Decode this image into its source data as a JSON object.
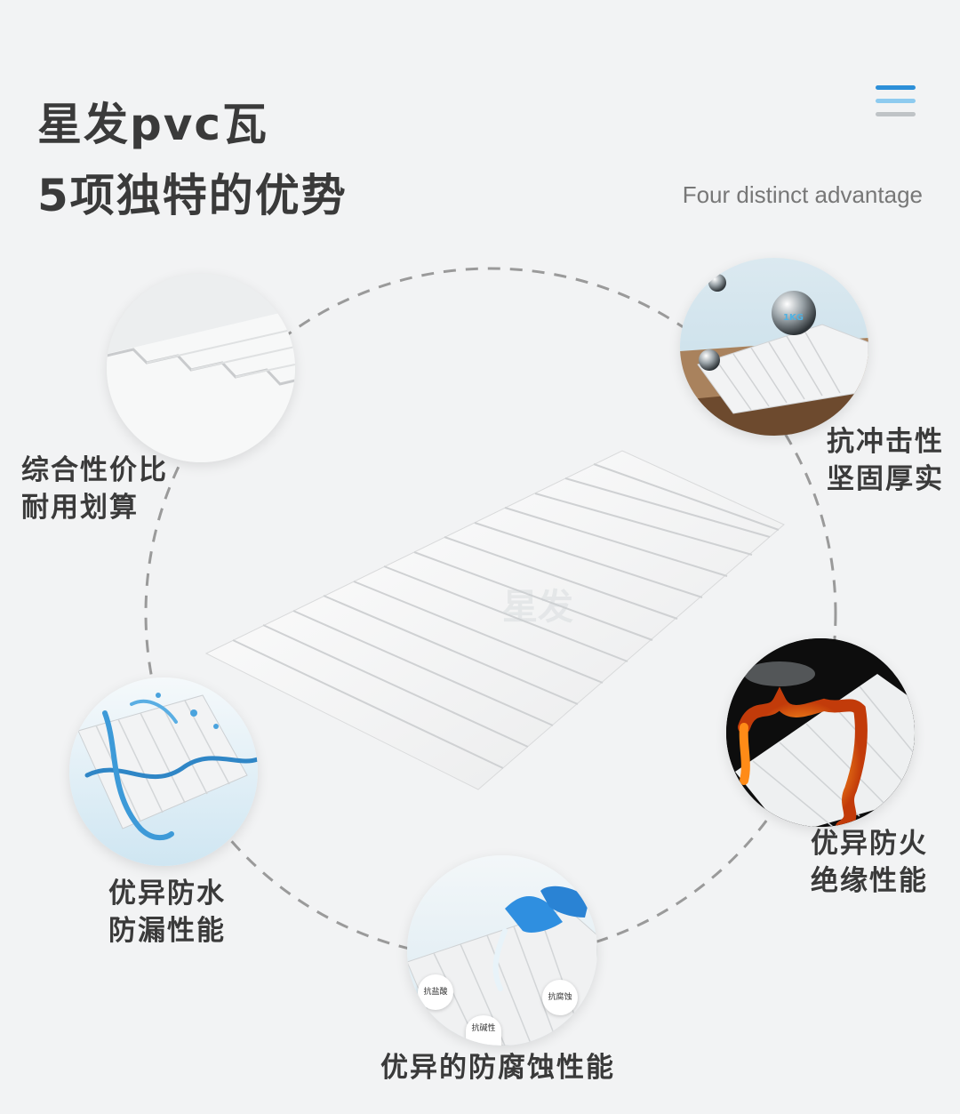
{
  "header": {
    "title_line1": "星发pvc瓦",
    "title_line2": "5项独特的优势",
    "subtitle": "Four distinct advantage"
  },
  "features": {
    "cost": {
      "line1": "综合性价比",
      "line2": "耐用划算"
    },
    "impact": {
      "line1": "抗冲击性",
      "line2": "坚固厚实",
      "ball_text": "1KG"
    },
    "water": {
      "line1": "优异防水",
      "line2": "防漏性能"
    },
    "fire": {
      "line1": "优异防火",
      "line2": "绝缘性能"
    },
    "corrosion": {
      "line1": "优异的防腐蚀性能",
      "tags": [
        "抗盐酸",
        "抗腐蚀",
        "抗碱性"
      ]
    }
  },
  "watermark": "星发",
  "colors": {
    "accent_blue": "#2d8fd8",
    "accent_light_blue": "#8ecbef",
    "menu_gray": "#bfc3c6",
    "title": "#3a3a3a",
    "dashed_ring": "#9a9a9a"
  },
  "icons": [
    "menu-icon"
  ]
}
